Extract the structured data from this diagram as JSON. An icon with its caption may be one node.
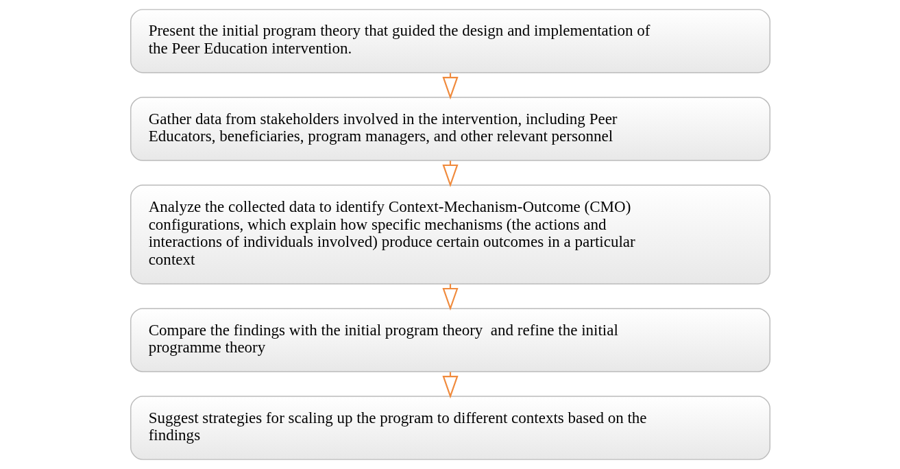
{
  "diagram": {
    "nodes": [
      {
        "text": [
          "Present the initial program theory that guided the design and implementation of the Peer Education intervention."
        ]
      },
      {
        "text": [
          "Gather data from stakeholders involved in the intervention, including Peer Educators, beneficiaries, program managers, and other relevant personnel"
        ]
      },
      {
        "text": [
          "Analyze the collected data to identify Context-Mechanism-Outcome (CMO) configurations, which explain how specific mechanisms (the actions and interactions of individuals involved) produce certain outcomes in a particular context"
        ]
      },
      {
        "text": [
          "Compare the findings with the initial program theory  and refine the initial programme theory"
        ]
      },
      {
        "text": [
          "Suggest strategies for scaling up the program to different contexts based on the findings"
        ]
      }
    ],
    "edges": [
      {
        "from": 0,
        "to": 1,
        "arrow": "to"
      },
      {
        "from": 1,
        "to": 2,
        "arrow": "to"
      },
      {
        "from": 2,
        "to": 3,
        "arrow": "to"
      },
      {
        "from": 3,
        "to": 4,
        "arrow": "to"
      }
    ]
  }
}
